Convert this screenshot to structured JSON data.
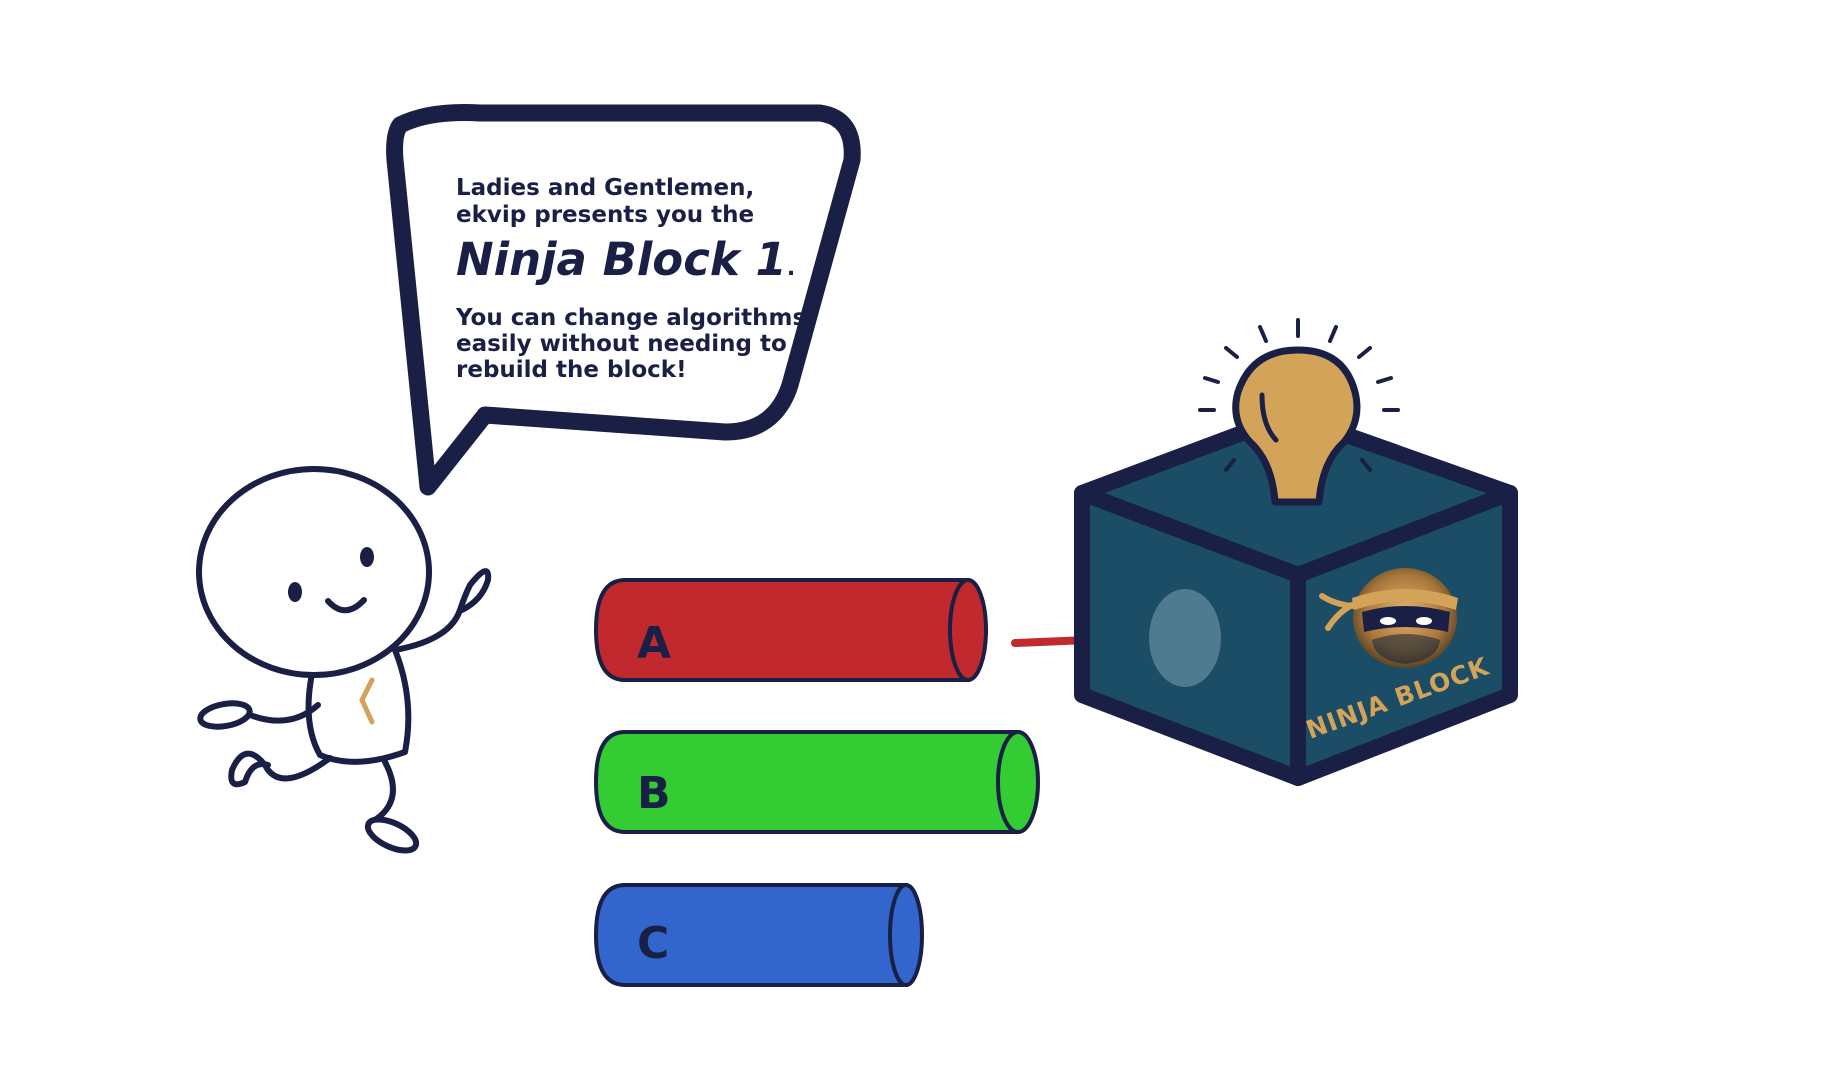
{
  "speech": {
    "intro_line1": "Ladies and Gentlemen,",
    "intro_line2": "ekvip presents you the",
    "title": "Ninja Block 1",
    "title_suffix": ".",
    "body_line1": "You can change algorithms",
    "body_line2": "easily without needing to",
    "body_line3": "rebuild the block!"
  },
  "cylinders": [
    {
      "label": "A",
      "color": "#c1292e"
    },
    {
      "label": "B",
      "color": "#33cc33"
    },
    {
      "label": "C",
      "color": "#3366cc"
    }
  ],
  "block": {
    "brand_label": "NINJA BLOCK",
    "box_color": "#1b4d66",
    "accent_color": "#d4a35a"
  },
  "colors": {
    "outline": "#1a1f45",
    "arrow": "#c1292e",
    "brand_mark": "#d4a35a"
  }
}
